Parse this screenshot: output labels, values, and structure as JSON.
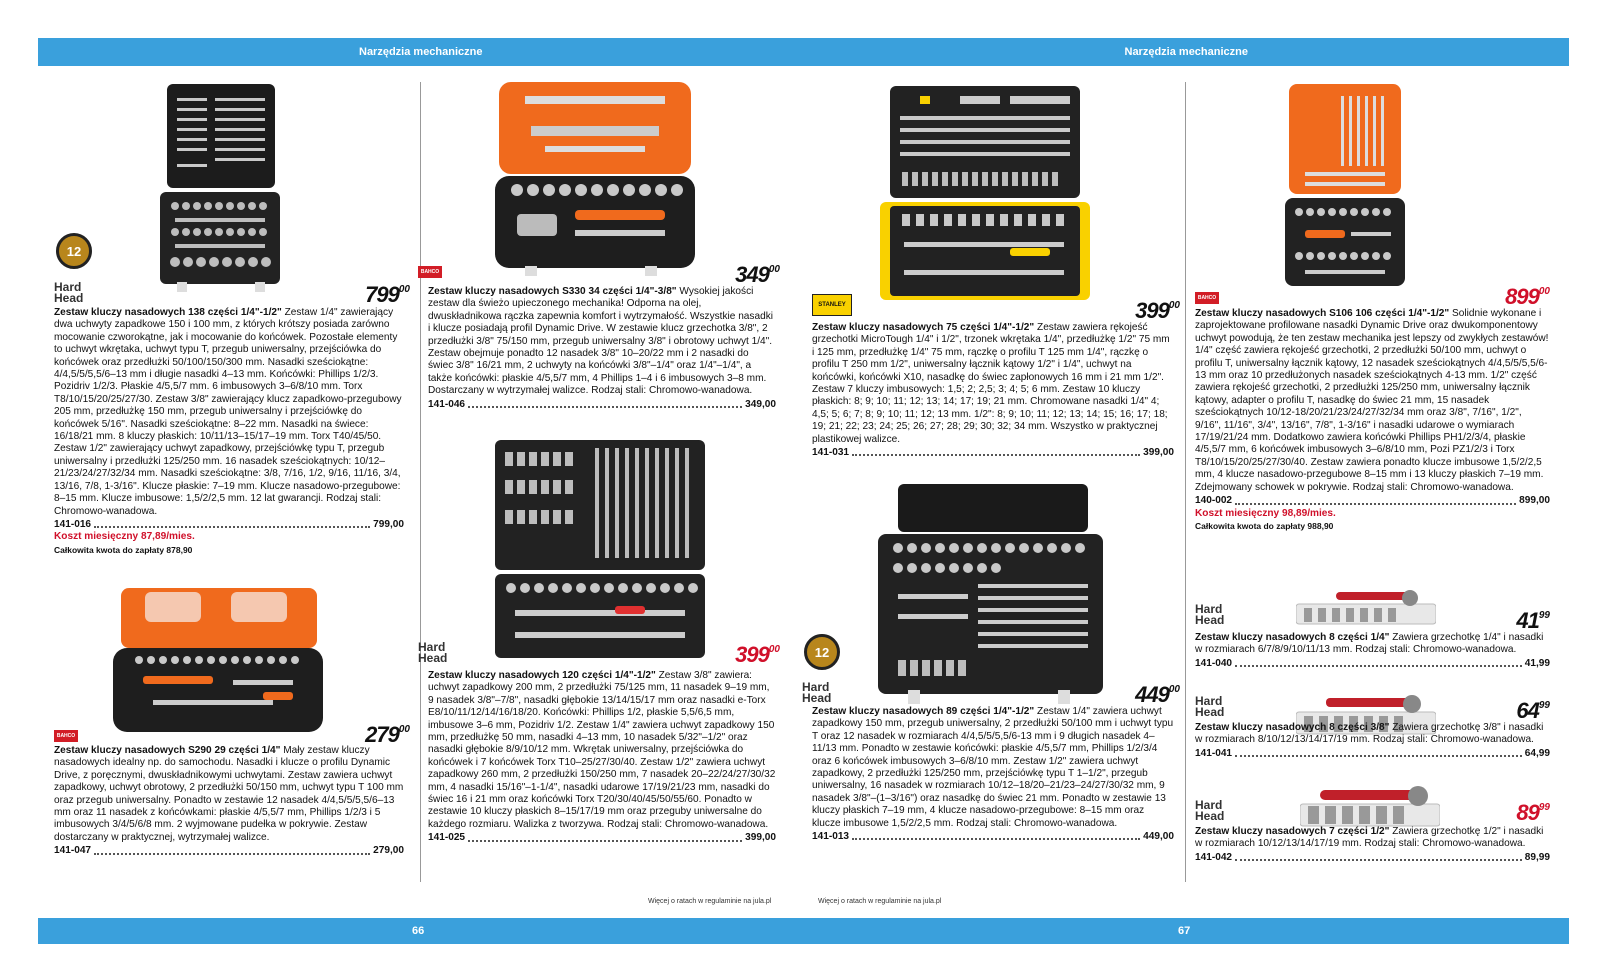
{
  "header": {
    "left": "Narzędzia mechaniczne",
    "right": "Narzędzia mechaniczne"
  },
  "footer": {
    "page_left": "66",
    "page_right": "67",
    "note": "Więcej o ratach w regulaminie na jula.pl"
  },
  "brands": {
    "hardhead": "Hard Head",
    "bahco": "BAHCO",
    "stanley": "STANLEY",
    "badge12": "12"
  },
  "products": {
    "p1": {
      "title": "Zestaw kluczy nasadowych 138 części 1/4\"-1/2\"",
      "desc": "Zestaw 1/4\" zawierający dwa uchwyty zapadkowe 150 i 100 mm, z których krótszy posiada zarówno mocowanie czworokątne, jak i mocowanie do końcówek. Pozostałe elementy to uchwyt wkrętaka, uchwyt typu T, przegub uniwersalny, przejściówka do końcówek oraz przedłużki 50/100/150/300 mm. Nasadki sześciokątne: 4/4,5/5/5,5/6–13 mm i długie nasadki 4–13 mm. Końcówki: Phillips 1/2/3. Pozidriv 1/2/3. Płaskie 4/5,5/7 mm. 6 imbusowych 3–6/8/10 mm. Torx T8/10/15/20/25/27/30. Zestaw 3/8\" zawierający klucz zapadkowo-przegubowy 205 mm, przedłużkę 150 mm, przegub uniwersalny i przejściówkę do końcówek 5/16\". Nasadki sześciokątne: 8–22 mm. Nasadki na świece: 16/18/21 mm. 8 kluczy płaskich: 10/11/13–15/17–19 mm. Torx T40/45/50. Zestaw 1/2\" zawierający uchwyt zapadkowy, przejściówkę typu T, przegub uniwersalny i przedłużki 125/250 mm. 16 nasadek sześciokątnych: 10/12–21/23/24/27/32/34 mm. Nasadki sześciokątne: 3/8, 7/16, 1/2, 9/16, 11/16, 3/4, 13/16, 7/8, 1-3/16\". Klucze płaskie: 7–19 mm. Klucze nasadowo-przegubowe: 8–15 mm. Klucze imbusowe: 1,5/2/2,5 mm. 12 lat gwarancji. Rodzaj stali: Chromowo-wanadowa.",
      "code": "141-016",
      "price": "799,00",
      "big": "799",
      "cents": "00",
      "credit": "Koszt miesięczny 87,89/mies.",
      "total": "Całkowita kwota do zapłaty 878,90"
    },
    "p2": {
      "title": "Zestaw kluczy nasadowych S290 29 części 1/4\"",
      "desc": "Mały zestaw kluczy nasadowych idealny np. do samochodu. Nasadki i klucze o profilu Dynamic Drive, z poręcznymi, dwuskładnikowymi uchwytami. Zestaw zawiera uchwyt zapadkowy, uchwyt obrotowy, 2 przedłużki 50/150 mm, uchwyt typu T 100 mm oraz przegub uniwersalny. Ponadto w zestawie 12 nasadek 4/4,5/5/5,5/6–13 mm oraz 11 nasadek z końcówkami: płaskie 4/5,5/7 mm, Phillips 1/2/3 i 5 imbusowych 3/4/5/6/8 mm. 2 wyjmowane pudełka w pokrywie. Zestaw dostarczany w praktycznej, wytrzymałej walizce.",
      "code": "141-047",
      "price": "279,00",
      "big": "279",
      "cents": "00"
    },
    "p3": {
      "title": "Zestaw kluczy nasadowych S330 34 części 1/4\"-3/8\"",
      "desc": "Wysokiej jakości zestaw dla świeżo upieczonego mechanika! Odporna na olej, dwuskładnikowa rączka zapewnia komfort i wytrzymałość. Wszystkie nasadki i klucze posiadają profil Dynamic Drive. W zestawie klucz grzechotka 3/8\", 2 przedłużki 3/8\" 75/150 mm, przegub uniwersalny 3/8\" i obrotowy uchwyt 1/4\". Zestaw obejmuje ponadto 12 nasadek 3/8\" 10–20/22 mm i 2 nasadki do świec 3/8\" 16/21 mm, 2 uchwyty na końcówki 3/8\"–1/4\" oraz 1/4\"–1/4\", a także końcówki: płaskie 4/5,5/7 mm, 4 Phillips 1–4 i 6 imbusowych 3–8 mm. Dostarczany w wytrzymałej walizce. Rodzaj stali: Chromowo-wanadowa.",
      "code": "141-046",
      "price": "349,00",
      "big": "349",
      "cents": "00"
    },
    "p4": {
      "title": "Zestaw kluczy nasadowych 120 części 1/4\"-1/2\"",
      "desc": "Zestaw 3/8\" zawiera: uchwyt zapadkowy 200 mm, 2 przedłużki 75/125 mm, 11 nasadek 9–19 mm, 9 nasadek 3/8\"–7/8\", nasadki głębokie 13/14/15/17 mm oraz nasadki e-Torx E8/10/11/12/14/16/18/20. Końcówki: Phillips 1/2, płaskie 5,5/6,5 mm, imbusowe 3–6 mm, Pozidriv 1/2. Zestaw 1/4\" zawiera uchwyt zapadkowy 150 mm, przedłużkę 50 mm, nasadki 4–13 mm, 10 nasadek 5/32\"–1/2\" oraz nasadki głębokie 8/9/10/12 mm. Wkrętak uniwersalny, przejściówka do końcówek i 7 końcówek Torx T10–25/27/30/40. Zestaw 1/2\" zawiera uchwyt zapadkowy 260 mm, 2 przedłużki 150/250 mm, 7 nasadek 20–22/24/27/30/32 mm, 4 nasadki 15/16\"–1-1/4\", nasadki udarowe 17/19/21/23 mm, nasadki do świec 16 i 21 mm oraz końcówki Torx T20/30/40/45/50/55/60. Ponadto w zestawie 10 kluczy płaskich 8–15/17/19 mm oraz przeguby uniwersalne do każdego rozmiaru. Walizka z tworzywa. Rodzaj stali: Chromowo-wanadowa.",
      "code": "141-025",
      "price": "399,00",
      "big": "399",
      "cents": "00"
    },
    "p5": {
      "title": "Zestaw kluczy nasadowych 75 części 1/4\"-1/2\"",
      "desc": "Zestaw zawiera rękojeść grzechotki MicroTough 1/4\" i 1/2\", trzonek wkrętaka 1/4\", przedłużkę 1/2\" 75 mm i 125 mm, przedłużkę 1/4\" 75 mm, rączkę o profilu T 125 mm 1/4\", rączkę o profilu T 250 mm 1/2\", uniwersalny łącznik kątowy 1/2\" i 1/4\", uchwyt na końcówki, końcówki X10, nasadkę do świec zapłonowych 16 mm i 21 mm 1/2\". Zestaw 7 kluczy imbusowych: 1,5; 2; 2,5; 3; 4; 5; 6 mm. Zestaw 10 kluczy płaskich: 8; 9; 10; 11; 12; 13; 14; 17; 19; 21 mm. Chromowane nasadki 1/4\" 4; 4,5; 5; 6; 7; 8; 9; 10; 11; 12; 13 mm. 1/2\": 8; 9; 10; 11; 12; 13; 14; 15; 16; 17; 18; 19; 21; 22; 23; 24; 25; 26; 27; 28; 29; 30; 32; 34 mm. Wszystko w praktycznej plastikowej walizce.",
      "code": "141-031",
      "price": "399,00",
      "big": "399",
      "cents": "00"
    },
    "p6": {
      "title": "Zestaw kluczy nasadowych 89 części 1/4\"-1/2\"",
      "desc": "Zestaw 1/4\" zawiera uchwyt zapadkowy 150 mm, przegub uniwersalny, 2 przedłużki 50/100 mm i uchwyt typu T oraz 12 nasadek w rozmiarach 4/4,5/5/5,5/6-13 mm i 9 długich nasadek 4–11/13 mm. Ponadto w zestawie końcówki: płaskie 4/5,5/7 mm, Phillips 1/2/3/4 oraz 6 końcówek imbusowych 3–6/8/10 mm. Zestaw 1/2\" zawiera uchwyt zapadkowy, 2 przedłużki 125/250 mm, przejściówkę typu T 1–1/2\", przegub uniwersalny, 16 nasadek w rozmiarach 10/12–18/20–21/23–24/27/30/32 mm, 9 nasadek 3/8\"–(1–3/16\") oraz nasadkę do świec 21 mm. Ponadto w zestawie 13 kluczy płaskich 7–19 mm, 4 klucze nasadowo-przegubowe: 8–15 mm oraz klucze imbusowe 1,5/2/2,5 mm. Rodzaj stali: Chromowo-wanadowa.",
      "code": "141-013",
      "price": "449,00",
      "big": "449",
      "cents": "00"
    },
    "p7": {
      "title": "Zestaw kluczy nasadowych S106 106 części 1/4\"-1/2\"",
      "desc": "Solidnie wykonane i zaprojektowane profilowane nasadki Dynamic Drive oraz dwukomponentowy uchwyt powodują, że ten zestaw mechanika jest lepszy od zwykłych zestawów! 1/4\" część zawiera rękojeść grzechotki, 2 przedłużki 50/100 mm, uchwyt o profilu T, uniwersalny łącznik kątowy, 12 nasadek sześciokątnych 4/4,5/5/5,5/6-13 mm oraz 10 przedłużonych nasadek sześciokątnych 4-13 mm. 1/2\" część zawiera rękojeść grzechotki, 2 przedłużki 125/250 mm, uniwersalny łącznik kątowy, adapter o profilu T, nasadkę do świec 21 mm, 15 nasadek sześciokątnych 10/12-18/20/21/23/24/27/32/34 mm oraz 3/8\", 7/16\", 1/2\", 9/16\", 11/16\", 3/4\", 13/16\", 7/8\", 1-3/16\" i nasadki udarowe o wymiarach 17/19/21/24 mm. Dodatkowo zawiera końcówki Phillips PH1/2/3/4, płaskie 4/5,5/7 mm, 6 końcówek imbusowych 3–6/8/10 mm, Pozi PZ1/2/3 i Torx T8/10/15/20/25/27/30/40. Zestaw zawiera ponadto klucze imbusowe 1,5/2/2,5 mm, 4 klucze nasadowo-przegubowe 8–15 mm i 13 kluczy płaskich 7–19 mm. Zdejmowany schowek w pokrywie. Rodzaj stali: Chromowo-wanadowa.",
      "code": "140-002",
      "price": "899,00",
      "big": "899",
      "cents": "00",
      "credit": "Koszt miesięczny 98,89/mies.",
      "total": "Całkowita kwota do zapłaty 988,90"
    },
    "p8": {
      "title": "Zestaw kluczy nasadowych 8 części 1/4\"",
      "desc": "Zawiera grzechotkę 1/4\" i nasadki w rozmiarach 6/7/8/9/10/11/13 mm. Rodzaj stali: Chromowo-wanadowa.",
      "code": "141-040",
      "price": "41,99",
      "big": "41",
      "cents": "99"
    },
    "p9": {
      "title": "Zestaw kluczy nasadowych 8 części 3/8\"",
      "desc": "Zawiera grzechotkę 3/8\" i nasadki w rozmiarach 8/10/12/13/14/17/19 mm. Rodzaj stali: Chromowo-wanadowa.",
      "code": "141-041",
      "price": "64,99",
      "big": "64",
      "cents": "99"
    },
    "p10": {
      "title": "Zestaw kluczy nasadowych 7 części 1/2\"",
      "desc": "Zawiera grzechotkę 1/2\" i nasadki w rozmiarach 10/12/13/14/17/19 mm. Rodzaj stali: Chromowo-wanadowa.",
      "code": "141-042",
      "price": "89,99",
      "big": "89",
      "cents": "99"
    }
  },
  "colors": {
    "header_blue": "#3aa0dc",
    "price_red": "#d0102a",
    "bahco_orange": "#f06a1d",
    "stanley_yellow": "#f9d100"
  }
}
